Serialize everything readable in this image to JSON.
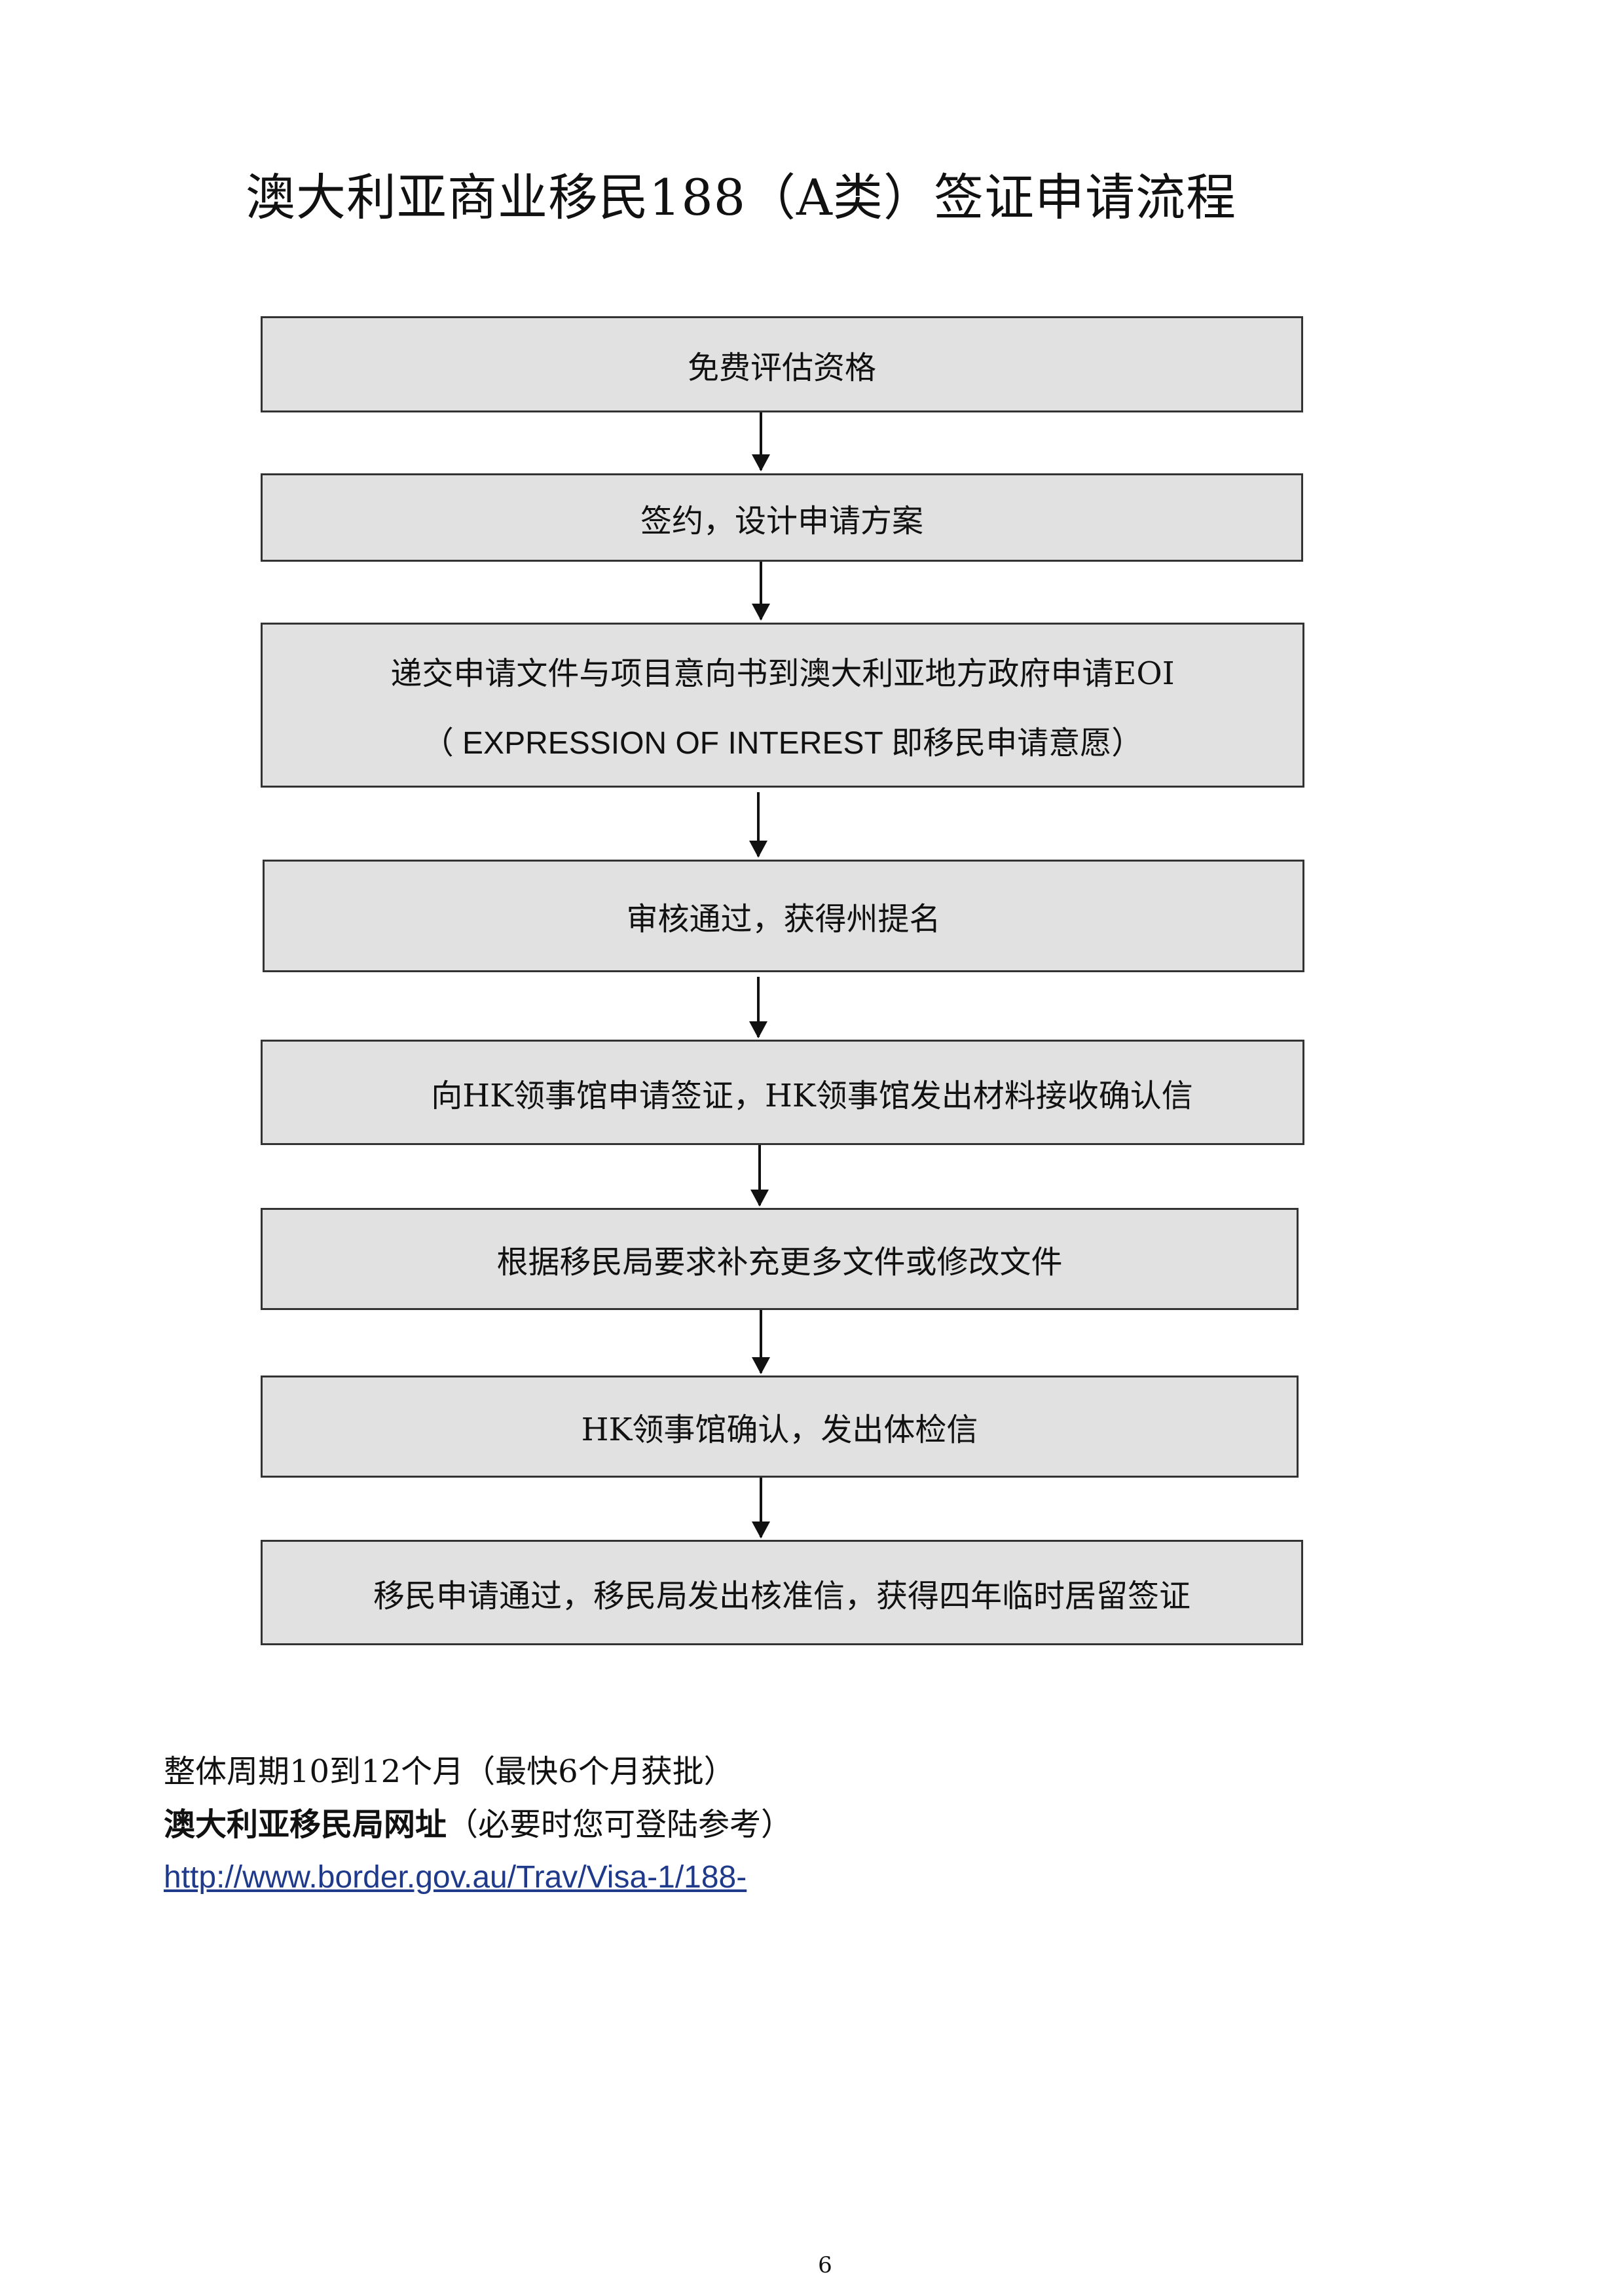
{
  "title": "澳大利亚商业移民188（A类）签证申请流程",
  "steps": [
    {
      "text": "免费评估资格"
    },
    {
      "text": "签约，设计申请方案"
    },
    {
      "line1": "递交申请文件与项目意向书到澳大利亚地方政府申请EOI",
      "line2_open": "（",
      "line2_en": " EXPRESSION OF INTEREST ",
      "line2_rest": "即移民申请意愿）"
    },
    {
      "text": "审核通过，获得州提名"
    },
    {
      "text": "向HK领事馆申请签证，HK领事馆发出材料接收确认信"
    },
    {
      "text": "根据移民局要求补充更多文件或修改文件"
    },
    {
      "text": "HK领事馆确认，发出体检信"
    },
    {
      "text": "移民申请通过，移民局发出核准信，获得四年临时居留签证"
    }
  ],
  "notes": {
    "cycle": "整体周期10到12个月（最快6个月获批）",
    "website_label": "澳大利亚移民局网址",
    "website_hint": "（必要时您可登陆参考）",
    "link": "http://www.border.gov.au/Trav/Visa-1/188-"
  },
  "page_number": "6"
}
